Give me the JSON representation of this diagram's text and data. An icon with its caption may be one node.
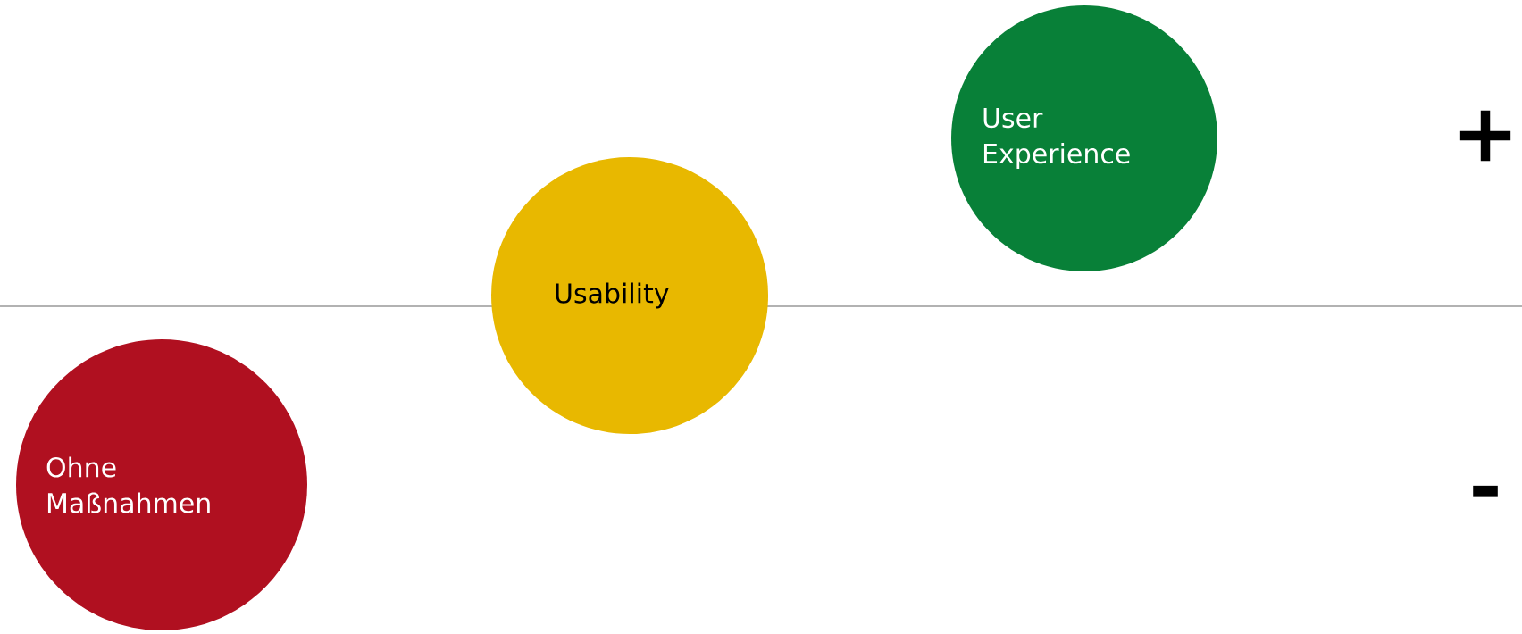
{
  "diagram": {
    "nodes": [
      {
        "text": [
          "Ohne Maßnahmen"
        ]
      },
      {
        "text": [
          "Usability"
        ]
      },
      {
        "text": [
          "User Experience"
        ]
      }
    ],
    "labels": [
      "+",
      "-"
    ]
  }
}
